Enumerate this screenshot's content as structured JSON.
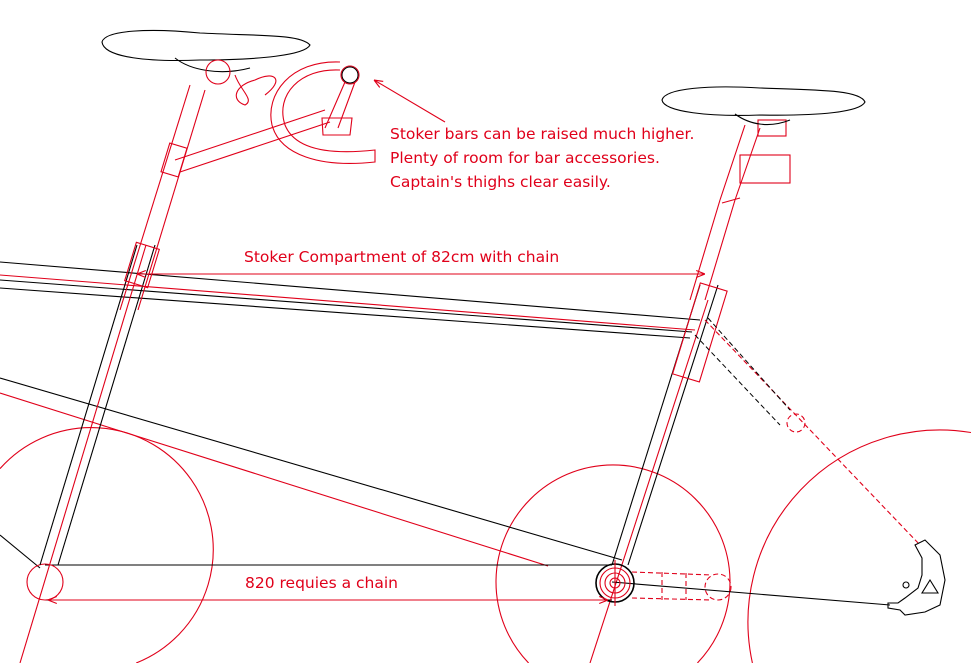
{
  "annotations": {
    "stoker_bars_note": [
      "Stoker bars can be raised much higher.",
      "Plenty of room for bar accessories.",
      "Captain's thighs clear easily."
    ],
    "compartment_dimension": "Stoker Compartment of 82cm with chain",
    "wheelbase_dimension": "820 requies a chain"
  },
  "colors": {
    "annotation": "#e0001a",
    "frame": "#000000"
  }
}
